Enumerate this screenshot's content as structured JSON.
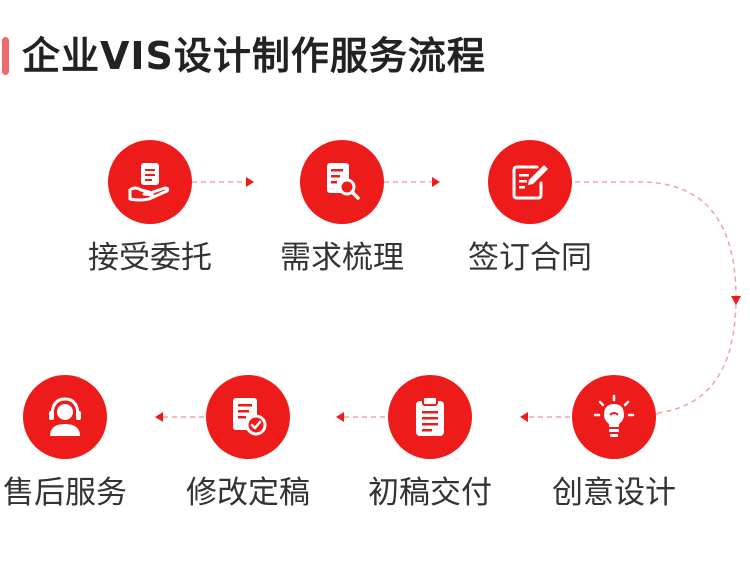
{
  "title": "企业VIS设计制作服务流程",
  "accent_color": "#ee1b1b",
  "connector_color": "#f4a3a3",
  "steps": [
    {
      "label": "接受委托",
      "icon": "document-in-hand-icon"
    },
    {
      "label": "需求梳理",
      "icon": "document-search-icon"
    },
    {
      "label": "签订合同",
      "icon": "document-sign-icon"
    },
    {
      "label": "创意设计",
      "icon": "lightbulb-icon"
    },
    {
      "label": "初稿交付",
      "icon": "clipboard-icon"
    },
    {
      "label": "修改定稿",
      "icon": "document-check-icon"
    },
    {
      "label": "售后服务",
      "icon": "headset-user-icon"
    }
  ]
}
